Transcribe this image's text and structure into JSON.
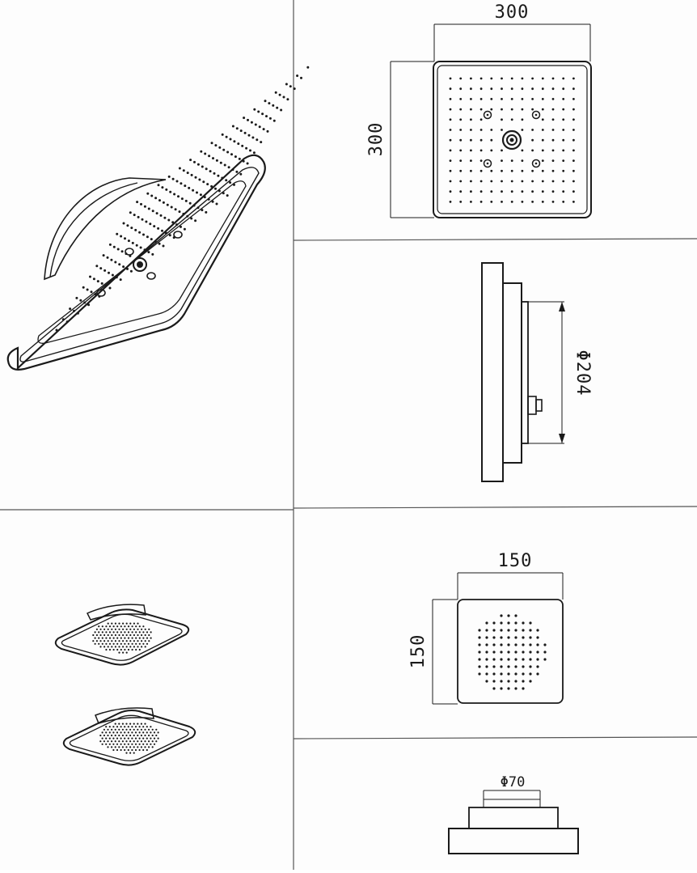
{
  "dimensions": {
    "large_width": "300",
    "large_height": "300",
    "large_body_diameter": "Φ204",
    "small_width": "150",
    "small_height": "150",
    "small_body_diameter": "Φ70"
  }
}
